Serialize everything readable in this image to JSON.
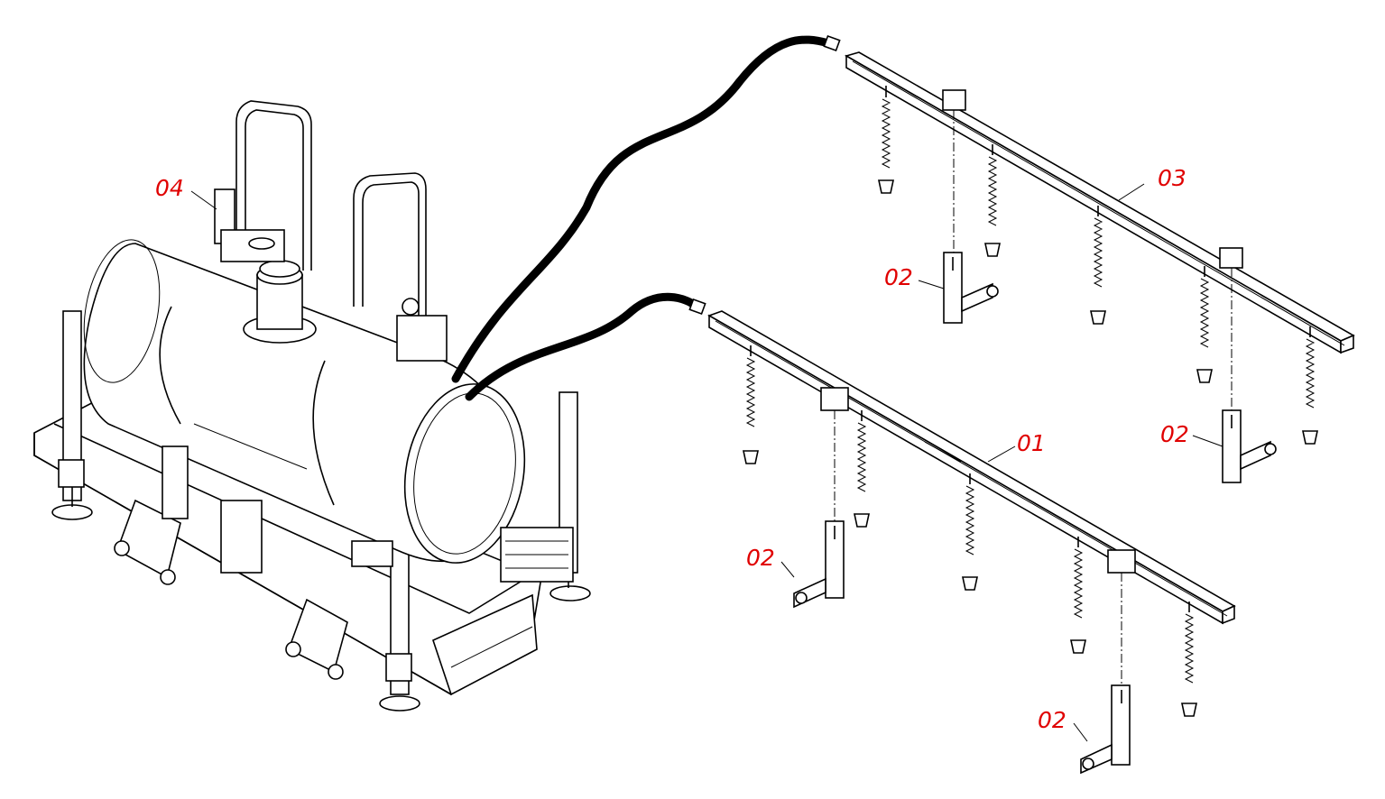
{
  "callouts": {
    "label_01": "01",
    "label_02_a": "02",
    "label_02_b": "02",
    "label_02_c": "02",
    "label_02_d": "02",
    "label_03": "03",
    "label_04": "04"
  },
  "colors": {
    "callout": "#e00000",
    "line": "#000000",
    "background": "#ffffff"
  }
}
